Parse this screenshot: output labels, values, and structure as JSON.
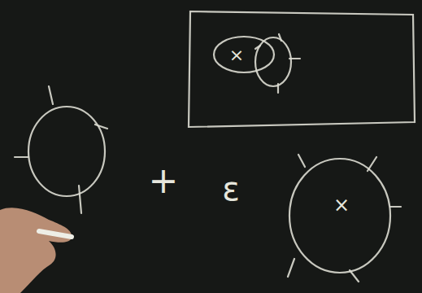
{
  "diagram": {
    "labels": [
      "×",
      "+",
      "ε",
      "×"
    ]
  }
}
